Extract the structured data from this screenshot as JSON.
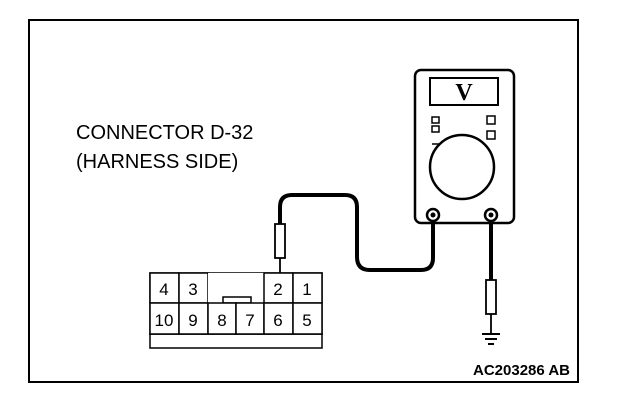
{
  "connector": {
    "title_line1": "CONNECTOR D-32",
    "title_line2": "(HARNESS SIDE)",
    "pins_top": [
      "4",
      "3",
      "2",
      "1"
    ],
    "pins_bottom": [
      "10",
      "9",
      "8",
      "7",
      "6",
      "5"
    ]
  },
  "meter": {
    "mode_label": "V"
  },
  "figure_ref": "AC203286 AB"
}
